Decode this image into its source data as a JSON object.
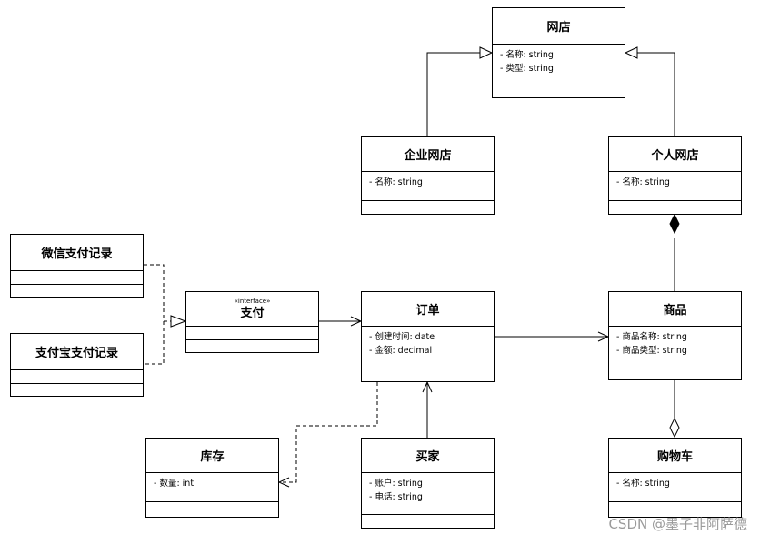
{
  "classes": {
    "wangdian": {
      "name": "网店",
      "attrs": [
        "- 名称: string",
        "- 类型: string"
      ]
    },
    "qiye": {
      "name": "企业网店",
      "attrs": [
        "- 名称: string"
      ]
    },
    "geren": {
      "name": "个人网店",
      "attrs": [
        "- 名称: string"
      ]
    },
    "weixin": {
      "name": "微信支付记录"
    },
    "zhifubao": {
      "name": "支付宝支付记录"
    },
    "zhifu": {
      "stereotype": "«interface»",
      "name": "支付"
    },
    "dingdan": {
      "name": "订单",
      "attrs": [
        "- 创建时间: date",
        "- 金额: decimal"
      ]
    },
    "shangpin": {
      "name": "商品",
      "attrs": [
        "- 商品名称: string",
        "- 商品类型: string"
      ]
    },
    "kucun": {
      "name": "库存",
      "attrs": [
        "- 数量: int"
      ]
    },
    "maijia": {
      "name": "买家",
      "attrs": [
        "- 账户: string",
        "- 电话: string"
      ]
    },
    "gouwuche": {
      "name": "购物车",
      "attrs": [
        "- 名称: string"
      ]
    }
  },
  "watermark": "CSDN @墨子非阿萨德"
}
